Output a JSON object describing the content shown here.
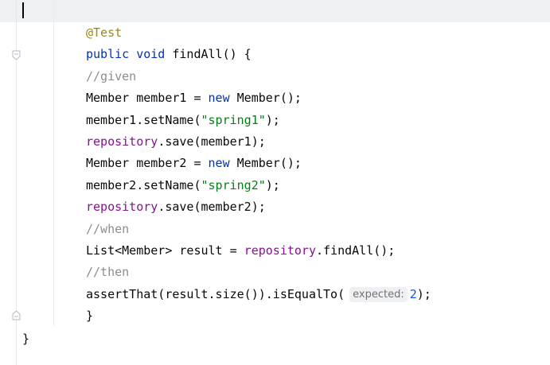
{
  "editor": {
    "lines": [
      {
        "tokens": [
          {
            "t": "@Test",
            "c": "anno"
          }
        ]
      },
      {
        "tokens": [
          {
            "t": "public",
            "c": "kw"
          },
          {
            "t": " ",
            "c": "plain"
          },
          {
            "t": "void",
            "c": "kw"
          },
          {
            "t": " findAll() {",
            "c": "plain"
          }
        ]
      },
      {
        "tokens": [
          {
            "t": "//given",
            "c": "cmt"
          }
        ]
      },
      {
        "tokens": [
          {
            "t": "Member member1 = ",
            "c": "plain"
          },
          {
            "t": "new",
            "c": "kw"
          },
          {
            "t": " Member();",
            "c": "plain"
          }
        ]
      },
      {
        "tokens": [
          {
            "t": "member1.setName(",
            "c": "plain"
          },
          {
            "t": "\"spring1\"",
            "c": "str"
          },
          {
            "t": ");",
            "c": "plain"
          }
        ]
      },
      {
        "tokens": [
          {
            "t": "repository",
            "c": "fld"
          },
          {
            "t": ".save(member1);",
            "c": "plain"
          }
        ]
      },
      {
        "tokens": [
          {
            "t": "Member member2 = ",
            "c": "plain"
          },
          {
            "t": "new",
            "c": "kw"
          },
          {
            "t": " Member();",
            "c": "plain"
          }
        ]
      },
      {
        "tokens": [
          {
            "t": "member2.setName(",
            "c": "plain"
          },
          {
            "t": "\"spring2\"",
            "c": "str"
          },
          {
            "t": ");",
            "c": "plain"
          }
        ]
      },
      {
        "tokens": [
          {
            "t": "repository",
            "c": "fld"
          },
          {
            "t": ".save(member2);",
            "c": "plain"
          }
        ]
      },
      {
        "tokens": [
          {
            "t": "//when",
            "c": "cmt"
          }
        ]
      },
      {
        "tokens": [
          {
            "t": "List<Member> result = ",
            "c": "plain"
          },
          {
            "t": "repository",
            "c": "fld"
          },
          {
            "t": ".findAll();",
            "c": "plain"
          }
        ]
      },
      {
        "tokens": [
          {
            "t": "//then",
            "c": "cmt"
          }
        ]
      },
      {
        "tokens": [
          {
            "t": "assertThat(result.size()).isEqualTo(",
            "c": "plain"
          },
          {
            "t": "expected:",
            "c": "hint"
          },
          {
            "t": "2",
            "c": "num"
          },
          {
            "t": ");",
            "c": "plain"
          }
        ]
      },
      {
        "tokens": [
          {
            "t": "}",
            "c": "plain"
          }
        ]
      }
    ],
    "closing_brace": "}"
  }
}
